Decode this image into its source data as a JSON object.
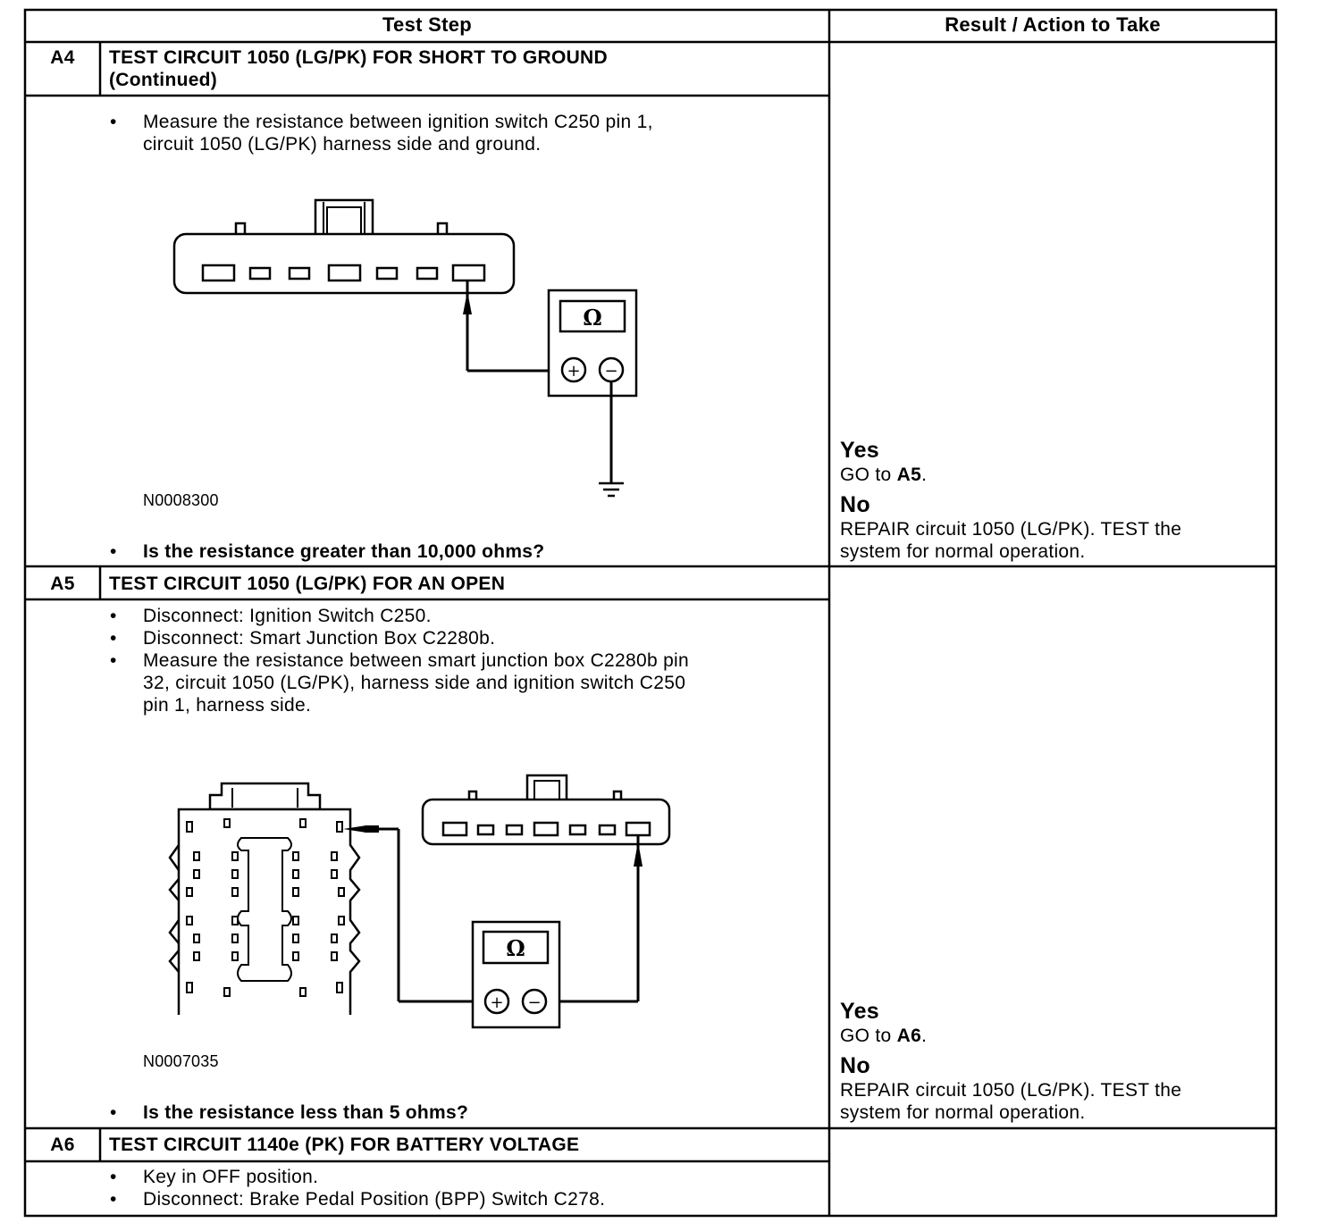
{
  "header": {
    "test_step": "Test Step",
    "result_action": "Result / Action to Take"
  },
  "steps": [
    {
      "id": "A4",
      "title_line1": "TEST CIRCUIT 1050 (LG/PK) FOR SHORT TO GROUND",
      "title_line2": "(Continued)",
      "bullets": [
        {
          "marker": "•",
          "lines": [
            "Measure the resistance between ignition switch C250 pin 1,",
            "circuit 1050 (LG/PK) harness side and ground."
          ]
        }
      ],
      "figure_code": "N0008300",
      "meter_symbol": "Ω",
      "question": "Is the resistance greater than 10,000 ohms?",
      "yes_label": "Yes",
      "yes_prefix": "GO to ",
      "yes_target": "A5",
      "yes_suffix": ".",
      "no_label": "No",
      "no_line1": "REPAIR circuit 1050 (LG/PK). TEST the",
      "no_line2": "system for normal operation."
    },
    {
      "id": "A5",
      "title_line1": "TEST CIRCUIT 1050 (LG/PK) FOR AN OPEN",
      "bullets": [
        {
          "marker": "•",
          "lines": [
            "Disconnect: Ignition Switch C250."
          ]
        },
        {
          "marker": "•",
          "lines": [
            "Disconnect: Smart Junction Box C2280b."
          ]
        },
        {
          "marker": "•",
          "lines": [
            "Measure the resistance between smart junction box C2280b pin",
            "32, circuit 1050 (LG/PK), harness side and ignition switch C250",
            "pin 1, harness side."
          ]
        }
      ],
      "figure_code": "N0007035",
      "meter_symbol": "Ω",
      "question": "Is the resistance less than 5 ohms?",
      "yes_label": "Yes",
      "yes_prefix": "GO to ",
      "yes_target": "A6",
      "yes_suffix": ".",
      "no_label": "No",
      "no_line1": "REPAIR circuit 1050 (LG/PK). TEST the",
      "no_line2": "system for normal operation."
    },
    {
      "id": "A6",
      "title_line1": "TEST CIRCUIT 1140e (PK) FOR BATTERY VOLTAGE",
      "bullets": [
        {
          "marker": "•",
          "lines": [
            "Key in OFF position."
          ]
        },
        {
          "marker": "•",
          "lines": [
            "Disconnect: Brake Pedal Position (BPP) Switch C278."
          ]
        }
      ]
    }
  ],
  "meter_terminals": {
    "positive": "+",
    "negative": "−"
  }
}
